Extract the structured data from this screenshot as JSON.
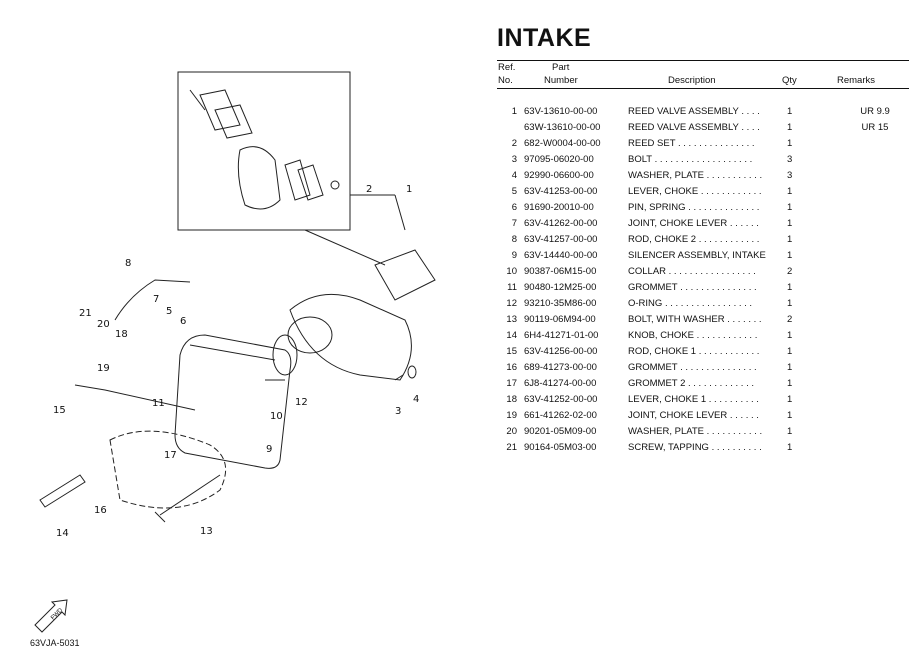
{
  "title": "INTAKE",
  "table": {
    "headers": {
      "ref_line1": "Ref.",
      "ref_line2": "No.",
      "part_line1": "Part",
      "part_line2": "Number",
      "description": "Description",
      "qty": "Qty",
      "remarks": "Remarks"
    },
    "rows": [
      {
        "ref": "1",
        "part": "63V-13610-00-00",
        "desc": "REED VALVE ASSEMBLY  . . . .",
        "qty": "1",
        "remarks": "UR 9.9"
      },
      {
        "ref": "",
        "part": "63W-13610-00-00",
        "desc": "REED VALVE ASSEMBLY  . . . .",
        "qty": "1",
        "remarks": "UR 15"
      },
      {
        "ref": "2",
        "part": "682-W0004-00-00",
        "desc": "REED SET  . . . . . . . . . . . . . . .",
        "qty": "1",
        "remarks": ""
      },
      {
        "ref": "3",
        "part": "97095-06020-00",
        "desc": "BOLT  . . . . . . . . . . . . . . . . . . .",
        "qty": "3",
        "remarks": ""
      },
      {
        "ref": "4",
        "part": "92990-06600-00",
        "desc": "WASHER, PLATE  . . . . . . . . . . .",
        "qty": "3",
        "remarks": ""
      },
      {
        "ref": "5",
        "part": "63V-41253-00-00",
        "desc": "LEVER, CHOKE  . . . . . . . . . . . .",
        "qty": "1",
        "remarks": ""
      },
      {
        "ref": "6",
        "part": "91690-20010-00",
        "desc": "PIN, SPRING  . . . . . . . . . . . . . .",
        "qty": "1",
        "remarks": ""
      },
      {
        "ref": "7",
        "part": "63V-41262-00-00",
        "desc": "JOINT, CHOKE LEVER  . . . . . .",
        "qty": "1",
        "remarks": ""
      },
      {
        "ref": "8",
        "part": "63V-41257-00-00",
        "desc": "ROD, CHOKE 2  . . . . . . . . . . . .",
        "qty": "1",
        "remarks": ""
      },
      {
        "ref": "9",
        "part": "63V-14440-00-00",
        "desc": "SILENCER ASSEMBLY, INTAKE",
        "qty": "1",
        "remarks": ""
      },
      {
        "ref": "10",
        "part": "90387-06M15-00",
        "desc": "COLLAR  . . . . . . . . . . . . . . . . .",
        "qty": "2",
        "remarks": ""
      },
      {
        "ref": "11",
        "part": "90480-12M25-00",
        "desc": "GROMMET  . . . . . . . . . . . . . . .",
        "qty": "1",
        "remarks": ""
      },
      {
        "ref": "12",
        "part": "93210-35M86-00",
        "desc": "O-RING  . . . . . . . . . . . . . . . . .",
        "qty": "1",
        "remarks": ""
      },
      {
        "ref": "13",
        "part": "90119-06M94-00",
        "desc": "BOLT, WITH WASHER  . . . . . . .",
        "qty": "2",
        "remarks": ""
      },
      {
        "ref": "14",
        "part": "6H4-41271-01-00",
        "desc": "KNOB, CHOKE  . . . . . . . . . . . .",
        "qty": "1",
        "remarks": ""
      },
      {
        "ref": "15",
        "part": "63V-41256-00-00",
        "desc": "ROD, CHOKE 1  . . . . . . . . . . . .",
        "qty": "1",
        "remarks": ""
      },
      {
        "ref": "16",
        "part": "689-41273-00-00",
        "desc": "GROMMET  . . . . . . . . . . . . . . .",
        "qty": "1",
        "remarks": ""
      },
      {
        "ref": "17",
        "part": "6J8-41274-00-00",
        "desc": "GROMMET 2  . . . . . . . . . . . . .",
        "qty": "1",
        "remarks": ""
      },
      {
        "ref": "18",
        "part": "63V-41252-00-00",
        "desc": "LEVER, CHOKE 1  . . . . . . . . . .",
        "qty": "1",
        "remarks": ""
      },
      {
        "ref": "19",
        "part": "661-41262-02-00",
        "desc": "JOINT, CHOKE LEVER  . . . . . .",
        "qty": "1",
        "remarks": ""
      },
      {
        "ref": "20",
        "part": "90201-05M09-00",
        "desc": "WASHER, PLATE  . . . . . . . . . . .",
        "qty": "1",
        "remarks": ""
      },
      {
        "ref": "21",
        "part": "90164-05M03-00",
        "desc": "SCREW, TAPPING  . . . . . . . . . .",
        "qty": "1",
        "remarks": ""
      }
    ]
  },
  "diagram": {
    "callouts": [
      "1",
      "2",
      "3",
      "4",
      "5",
      "6",
      "7",
      "8",
      "9",
      "10",
      "11",
      "12",
      "13",
      "14",
      "15",
      "16",
      "17",
      "18",
      "19",
      "20",
      "21"
    ],
    "fwd_label": "FWD",
    "code": "63VJA-5031"
  }
}
